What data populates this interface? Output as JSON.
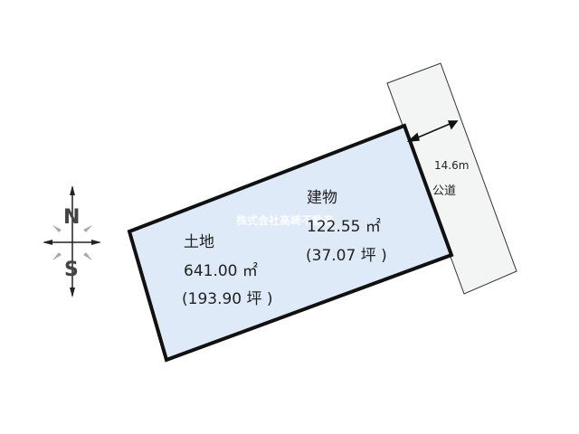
{
  "road": {
    "width_label": "14.6m",
    "name": "公道"
  },
  "land": {
    "label": "土地",
    "area_sqm": "641.00 ㎡",
    "area_tsubo": "(193.90 坪 )"
  },
  "building": {
    "label": "建物",
    "area_sqm": "122.55 ㎡",
    "area_tsubo": "(37.07 坪 )"
  },
  "compass": {
    "north": "N",
    "south": "S"
  },
  "watermark": "株式会社高崎不動産",
  "colors": {
    "lot_fill": "#deeaf7",
    "road_fill": "#f3f4f4",
    "outline": "#111111"
  }
}
